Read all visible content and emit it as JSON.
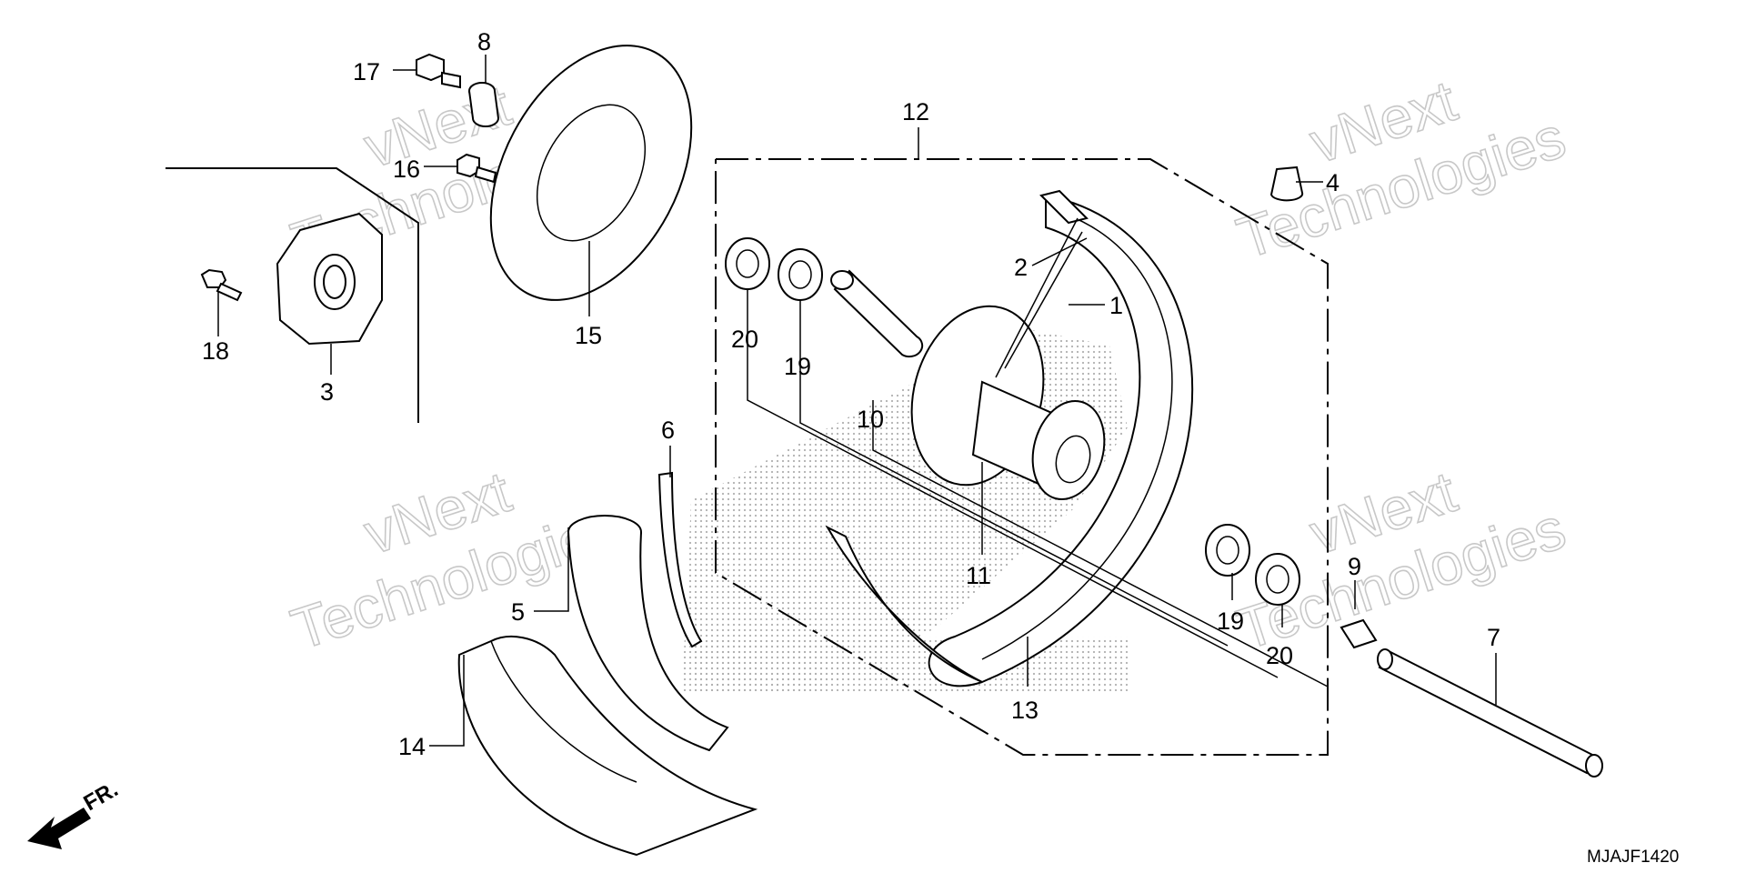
{
  "diagram": {
    "code": "MJAJF1420",
    "front_marker": "FR.",
    "watermark": [
      "vNext",
      "Technologies"
    ],
    "colors": {
      "line": "#000000",
      "background": "#ffffff",
      "watermark": "#c8c8c8",
      "shade": "#b0b0b0"
    },
    "callouts": {
      "c1": "1",
      "c2": "2",
      "c3": "3",
      "c4": "4",
      "c5": "5",
      "c6": "6",
      "c7": "7",
      "c8": "8",
      "c9": "9",
      "c10": "10",
      "c11": "11",
      "c12": "12",
      "c13": "13",
      "c14": "14",
      "c15": "15",
      "c16": "16",
      "c17": "17",
      "c18": "18",
      "c19a": "19",
      "c19b": "19",
      "c20a": "20",
      "c20b": "20"
    }
  }
}
